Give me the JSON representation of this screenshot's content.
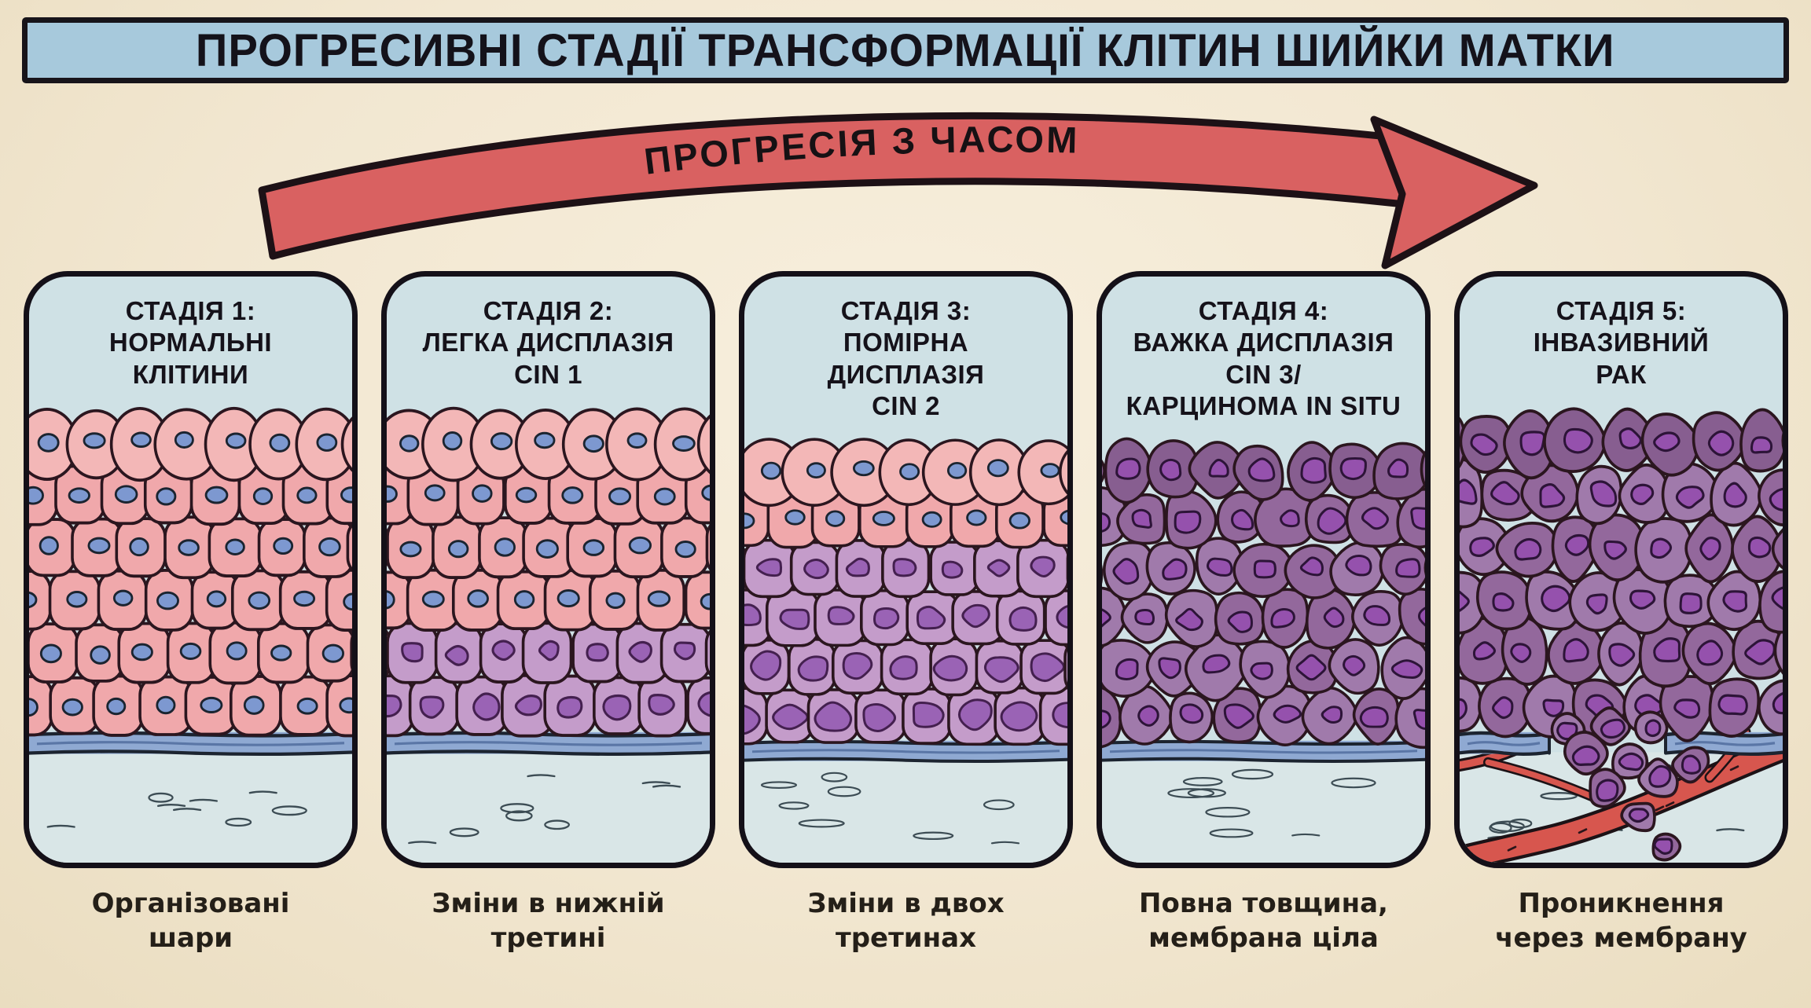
{
  "page": {
    "background": "#f2e7d1"
  },
  "title": {
    "text": "ПРОГРЕСИВНІ СТАДІЇ ТРАНСФОРМАЦІЇ КЛІТИН ШИЙКИ МАТКИ"
  },
  "arrow": {
    "label": "ПРОГРЕСІЯ З ЧАСОМ"
  },
  "palette": {
    "banner_bg": "#a7c9dc",
    "banner_border": "#17141a",
    "arrow_red": "#d96161",
    "arrow_outline": "#1d1116",
    "panel_bg": "#cfe1e5",
    "panel_border": "#141018",
    "pink_cell": "#f0a8ab",
    "pink_cell_light": "#f3b7b7",
    "cell_outline": "#2b161f",
    "blue_nucleus": "#7d98d0",
    "blue_nucleus_outline": "#1b2430",
    "mauve_cell": "#c49cca",
    "mauve_nucleus": "#9a63b5",
    "mauve_nucleus_outline": "#44204f",
    "severe_cell_tones": [
      "#a07aab",
      "#93689c"
    ],
    "severe_cell_top": "#875e90",
    "severe_nucleus": "#9551ad",
    "severe_nucleus_outline": "#2d1438",
    "membrane": "#8fa9d2",
    "membrane_line": "#1c2430",
    "membrane_wave": "#5a76a6",
    "stroma": "#d9e6e7",
    "stroma_squiggle": "#3c4c54",
    "vessel": "#d7564e",
    "vessel_outline": "#1c1216"
  },
  "stages": [
    {
      "number": 1,
      "header": "СТАДІЯ 1:\nНОРМАЛЬНІ\nКЛІТИНИ",
      "caption": "Організовані\nшари",
      "illustration": {
        "severity": "none",
        "affected_fraction": 0,
        "membrane": "intact",
        "vessels": false
      }
    },
    {
      "number": 2,
      "header": "СТАДІЯ 2:\nЛЕГКА ДИСПЛАЗІЯ\nCIN 1",
      "caption": "Зміни в нижній\nтретині",
      "illustration": {
        "severity": "mild",
        "affected_fraction": 0.33,
        "membrane": "intact",
        "vessels": false
      }
    },
    {
      "number": 3,
      "header": "СТАДІЯ 3:\nПОМІРНА\nДИСПЛАЗІЯ\nCIN 2",
      "caption": "Зміни в двох\nтретинах",
      "illustration": {
        "severity": "mild",
        "affected_fraction": 0.67,
        "membrane": "intact",
        "vessels": false
      }
    },
    {
      "number": 4,
      "header": "СТАДІЯ 4:\nВАЖКА ДИСПЛАЗІЯ\nCIN 3/\nКАРЦИНОМА IN SITU",
      "caption": "Повна товщина,\nмембрана ціла",
      "illustration": {
        "severity": "severe",
        "affected_fraction": 1,
        "membrane": "intact",
        "vessels": false
      }
    },
    {
      "number": 5,
      "header": "СТАДІЯ 5:\nІНВАЗИВНИЙ\nРАК",
      "caption": "Проникнення\nчерез мембрану",
      "illustration": {
        "severity": "severe",
        "affected_fraction": 1,
        "membrane": "broken",
        "vessels": true
      }
    }
  ]
}
